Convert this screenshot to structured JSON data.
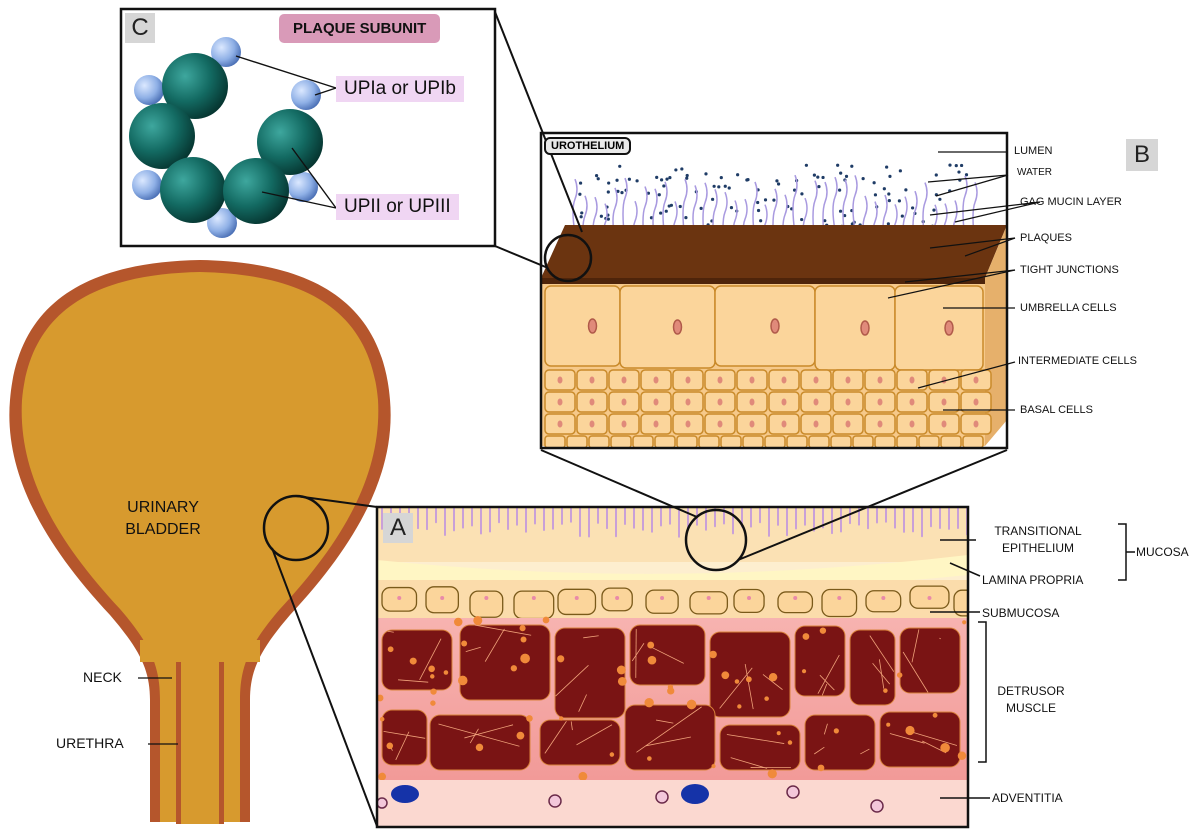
{
  "panel_A": {
    "letter": "A",
    "labels": {
      "transitional_line1": "TRANSITIONAL",
      "transitional_line2": "EPITHELIUM",
      "mucosa": "MUCOSA",
      "lamina_propria": "LAMINA PROPRIA",
      "submucosa": "SUBMUCOSA",
      "detrusor_line1": "DETRUSOR",
      "detrusor_line2": "MUSCLE",
      "adventitia": "ADVENTITIA"
    }
  },
  "panel_B": {
    "letter": "B",
    "title": "UROTHELIUM",
    "labels": {
      "lumen": "LUMEN",
      "water": "WATER",
      "gag": "GAG MUCIN LAYER",
      "plaques": "PLAQUES",
      "tight_junctions": "TIGHT JUNCTIONS",
      "umbrella": "UMBRELLA CELLS",
      "intermediate": "INTERMEDIATE CELLS",
      "basal": "BASAL CELLS"
    }
  },
  "panel_C": {
    "letter": "C",
    "title": "PLAQUE SUBUNIT",
    "labels": {
      "upi_a_b": "UPIa or UPIb",
      "upi_ii_iii": "UPII or UPIII"
    }
  },
  "bladder": {
    "title_line1": "URINARY",
    "title_line2": "BLADDER",
    "neck": "NECK",
    "urethra": "URETHRA"
  },
  "colors": {
    "bladder_fill": "#d79a2e",
    "bladder_edge": "#b5562c",
    "epithelium": "#f9dcaa",
    "muscle_bg": "#f4a5a5",
    "muscle_block": "#7a1414",
    "adventitia": "#fbd8d0",
    "plaque_brown": "#6b3410",
    "cell_fill": "#fbd59b",
    "teal_sphere": "#0f5f58",
    "blue_sphere": "#8fb0e6",
    "tag_pink": "#f0d6f3",
    "title_pink": "#d99ab8"
  }
}
